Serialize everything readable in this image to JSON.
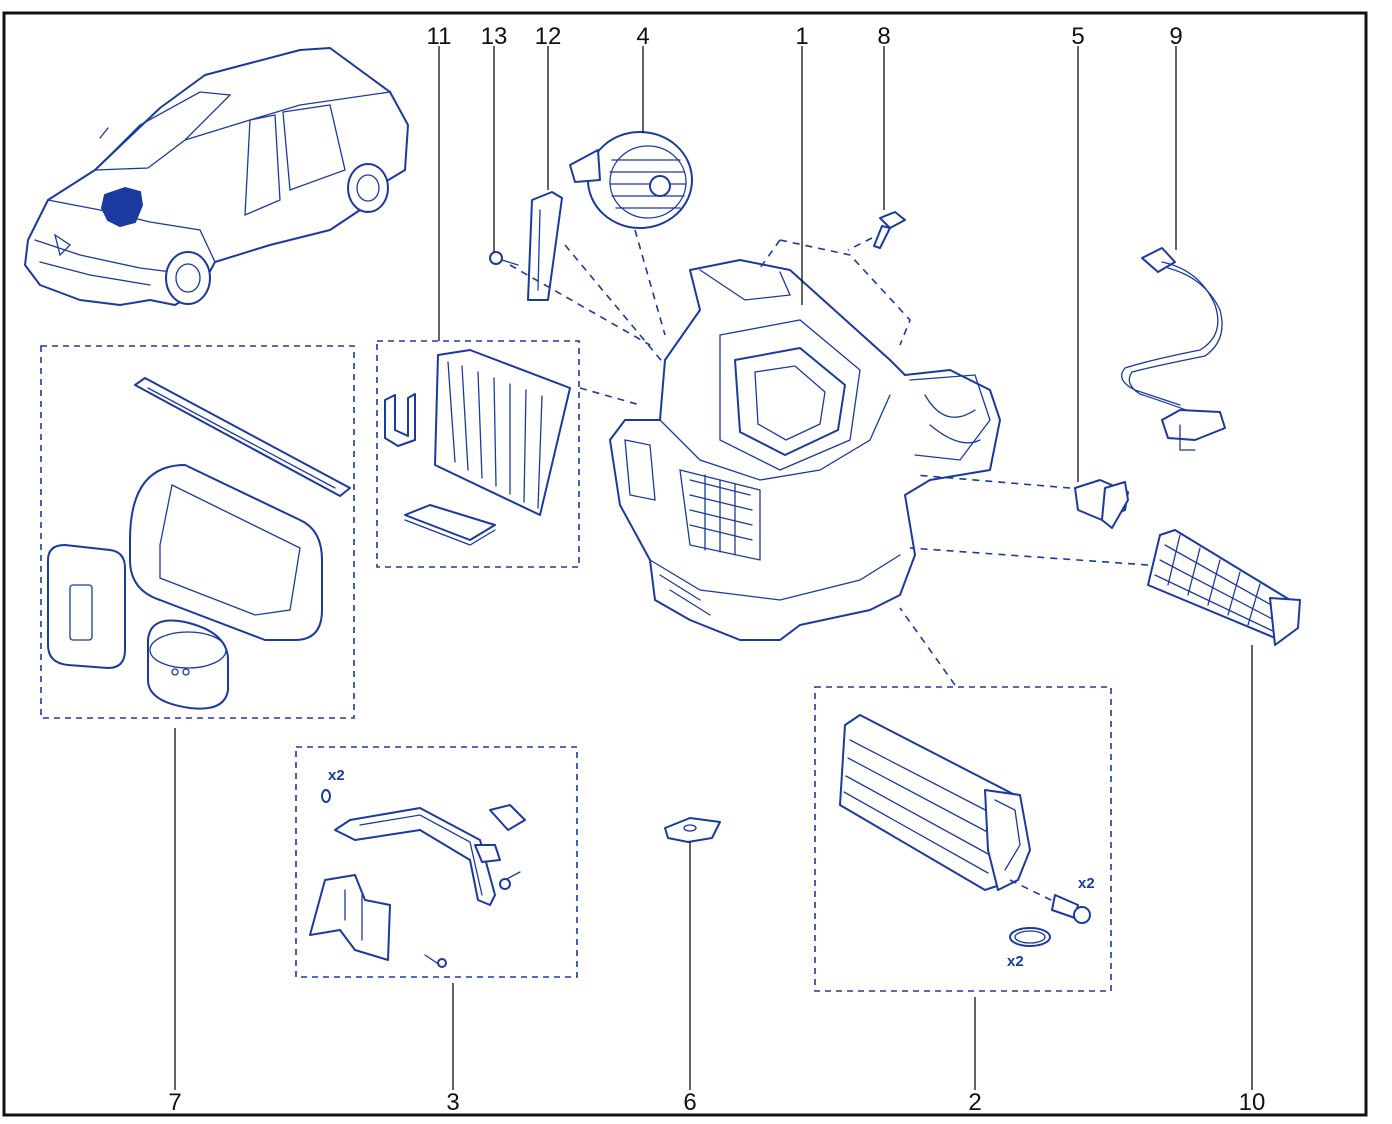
{
  "colors": {
    "line": "#1a3aa0",
    "text": "#111111",
    "frame": "#111111",
    "highlight": "#1a3aa0"
  },
  "callouts": [
    {
      "id": "c11",
      "label": "11"
    },
    {
      "id": "c13",
      "label": "13"
    },
    {
      "id": "c12",
      "label": "12"
    },
    {
      "id": "c4",
      "label": "4"
    },
    {
      "id": "c1",
      "label": "1"
    },
    {
      "id": "c8",
      "label": "8"
    },
    {
      "id": "c5",
      "label": "5"
    },
    {
      "id": "c9",
      "label": "9"
    },
    {
      "id": "c7",
      "label": "7"
    },
    {
      "id": "c3",
      "label": "3"
    },
    {
      "id": "c6",
      "label": "6"
    },
    {
      "id": "c2",
      "label": "2"
    },
    {
      "id": "c10",
      "label": "10"
    }
  ],
  "quantities": {
    "kit3_seal": "x2",
    "kit2_screw": "x2",
    "kit2_oring": "x2"
  },
  "parts": [
    {
      "id": "vehicle",
      "icon": "car-sedan-icon"
    },
    {
      "id": "heater-unit",
      "icon": "hvac-housing-icon"
    },
    {
      "id": "blower",
      "icon": "blower-fan-icon"
    },
    {
      "id": "cabin-filter",
      "icon": "pollen-filter-icon"
    },
    {
      "id": "heater-core",
      "icon": "heater-matrix-icon"
    },
    {
      "id": "electric-heater",
      "icon": "ptc-heater-icon"
    },
    {
      "id": "wiring",
      "icon": "wiring-harness-icon"
    },
    {
      "id": "resistor",
      "icon": "blower-resistor-icon"
    },
    {
      "id": "seal-kit",
      "icon": "seal-kit-icon"
    },
    {
      "id": "pipe-kit",
      "icon": "coolant-pipe-icon"
    },
    {
      "id": "drain-grommet",
      "icon": "grommet-icon"
    },
    {
      "id": "screw",
      "icon": "screw-icon"
    }
  ]
}
